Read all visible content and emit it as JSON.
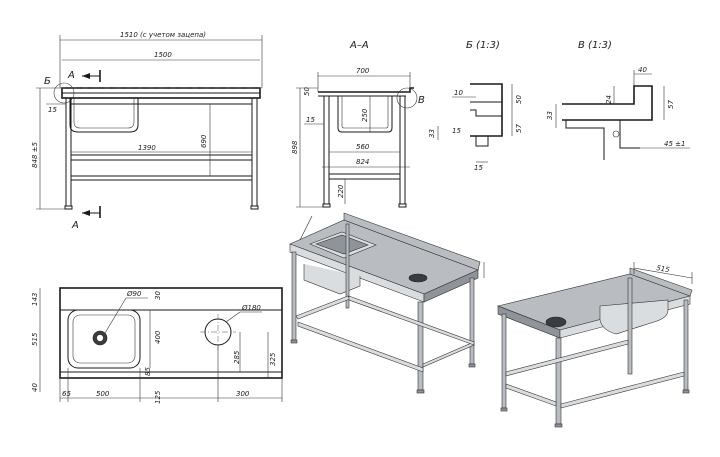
{
  "views": {
    "front": {
      "overall_width": "1510 (с учетом зацепа)",
      "top_width": "1500",
      "leg_span": "1390",
      "leg_height": "690",
      "height": "848 ±5",
      "edge": "15",
      "section_mark": "А",
      "detail_mark": "Б"
    },
    "section_aa": {
      "title": "А–А",
      "top_depth": "700",
      "base_depth": "560",
      "shelf_depth": "824",
      "height": "898",
      "top_thickness": "50",
      "edge": "15",
      "bowl_depth": "250",
      "shelf_height": "220",
      "detail_mark": "В"
    },
    "detail_b": {
      "title": "Б (1:3)",
      "d1": "10",
      "d2": "50",
      "d3": "57",
      "d4": "15",
      "d5": "33",
      "d6": "15"
    },
    "detail_v": {
      "title": "В (1:3)",
      "d1": "40",
      "d2": "24",
      "d3": "57",
      "d4": "33",
      "d5": "45 ±1"
    },
    "plan": {
      "back_rim": "143",
      "depth": "515",
      "front_rim": "40",
      "left_offset": "65",
      "bowl_width": "500",
      "drain_dia": "Ø90",
      "bowl_top": "30",
      "bowl_depth": "400",
      "bowl_front": "85",
      "bowl_margin": "125",
      "hole_dia": "Ø180",
      "hole_y": "285",
      "hole_y2": "325",
      "hole_x": "300"
    },
    "iso_back": {
      "dim": "515"
    }
  }
}
